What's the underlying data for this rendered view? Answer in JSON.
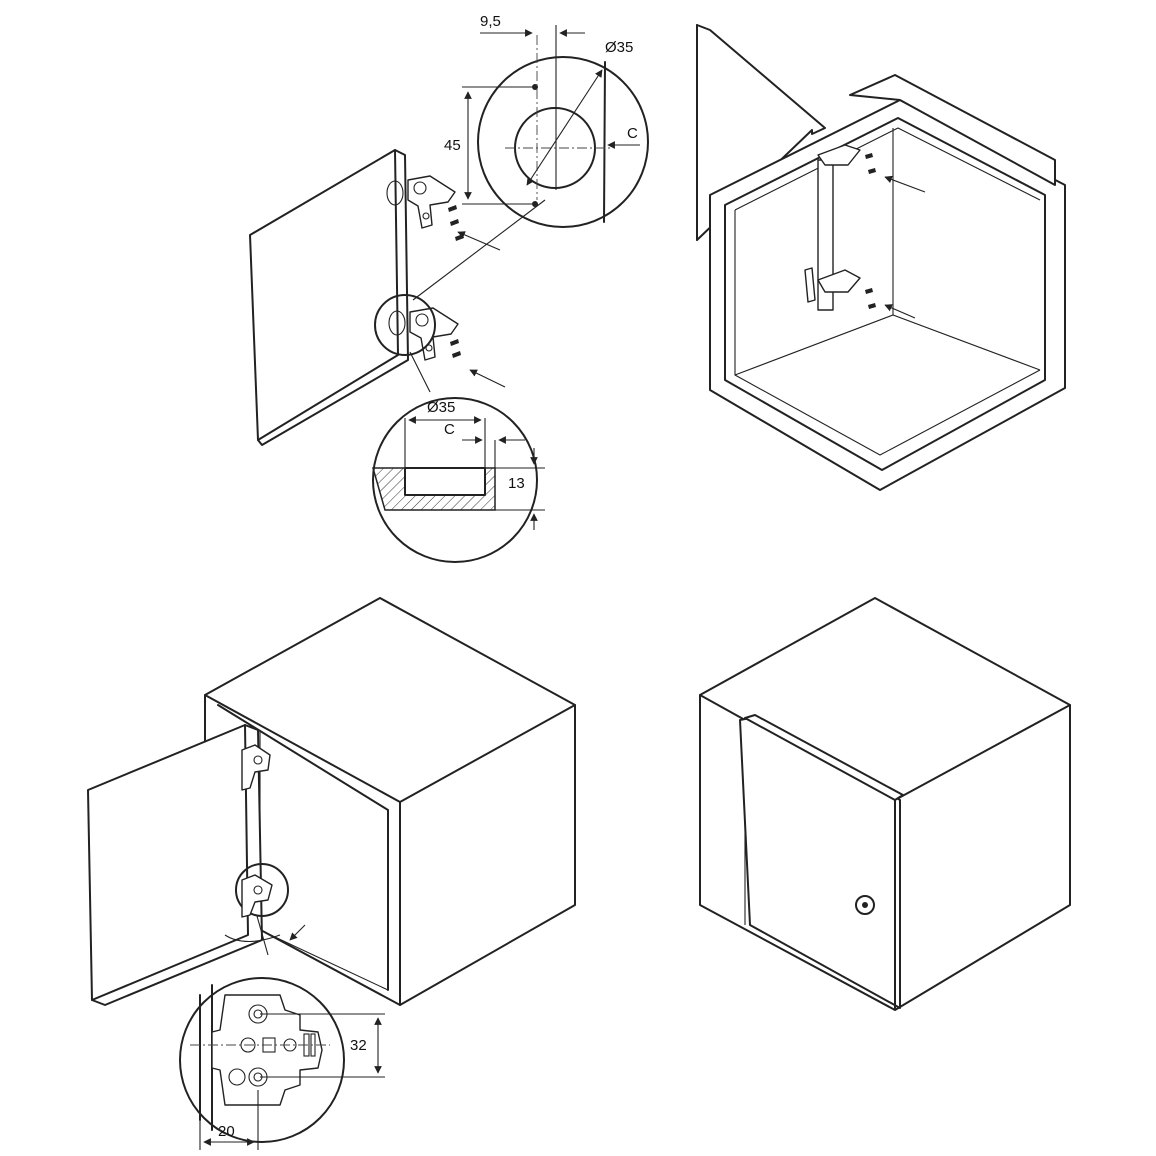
{
  "colors": {
    "line": "#222222",
    "background": "#ffffff"
  },
  "dimensions": {
    "offset_9_5": "9,5",
    "bore_diameter_top": "Ø35",
    "hole_spacing": "45",
    "edge_distance_top": "C",
    "bore_diameter_section": "Ø35",
    "edge_distance_section": "C",
    "bore_depth": "13",
    "plate_spacing": "32",
    "plate_setback": "20"
  }
}
